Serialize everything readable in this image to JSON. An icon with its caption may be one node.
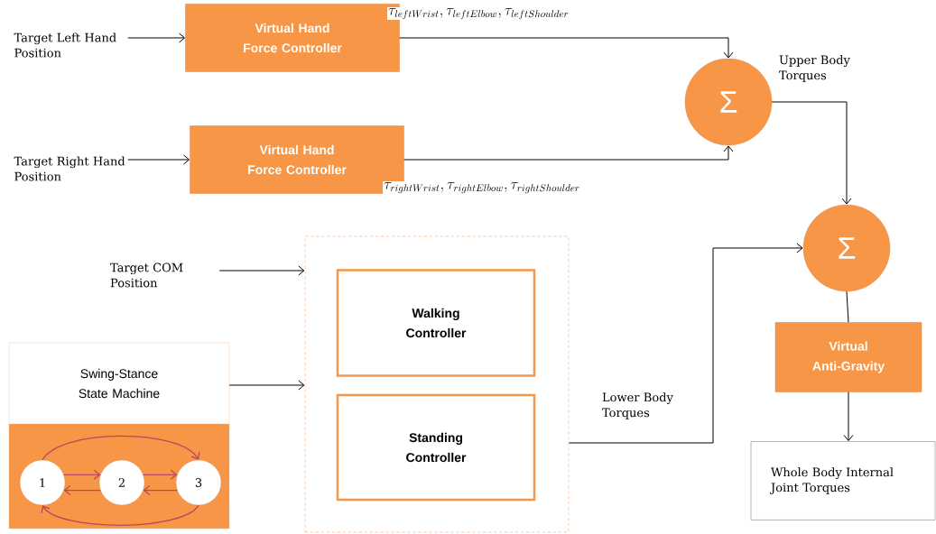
{
  "diagram": {
    "nodes": [
      {
        "text": [
          "Target Left Hand Position"
        ]
      },
      {
        "text": [
          "Virtual Hand Force Controller"
        ]
      },
      {
        "text": [
          "Target Right Hand Position"
        ]
      },
      {
        "text": [
          "Virtual Hand Force Controller"
        ]
      },
      {
        "text": [
          "Σ"
        ]
      },
      {
        "text": [
          "Σ"
        ]
      },
      {
        "text": [
          "Target COM Position"
        ]
      },
      {
        "text": [],
        "shape": "box"
      },
      {
        "text": [
          "Walking Controller"
        ],
        "in": 7
      },
      {
        "text": [
          "Standing Controller"
        ],
        "in": 7
      },
      {
        "text": [
          "Swing-Stance State Machine"
        ]
      },
      {
        "text": [
          "1"
        ],
        "in": 10
      },
      {
        "text": [
          "2"
        ],
        "in": 10
      },
      {
        "text": [
          "3"
        ],
        "in": 10
      },
      {
        "text": [
          "Virtual Anti-Gravity"
        ]
      },
      {
        "text": [
          "Whole Body Internal Joint Torques"
        ]
      }
    ],
    "edges": [
      {
        "from": 0,
        "to": 1,
        "arrow": "to"
      },
      {
        "from": 2,
        "to": 3,
        "arrow": "to"
      },
      {
        "from": 1,
        "to": 4,
        "arrow": "to",
        "label": "\\tau_{leftWrist}, \\tau_{leftElbow}, \\tau_{leftShoulder}"
      },
      {
        "from": 3,
        "to": 4,
        "arrow": "to",
        "label": "\\tau_{rightWrist}, \\tau_{rightElbow}, \\tau_{rightShoulder}"
      },
      {
        "from": 4,
        "to": 5,
        "arrow": "to",
        "label": "Upper Body Torques"
      },
      {
        "from": 6,
        "to": 7,
        "arrow": "to"
      },
      {
        "from": 10,
        "to": 7,
        "arrow": "to"
      },
      {
        "from": 7,
        "to": 5,
        "arrow": "to",
        "label": "Lower Body Torques"
      },
      {
        "from": 5,
        "to": 14,
        "arrow": "none"
      },
      {
        "from": 14,
        "to": 15,
        "arrow": "to"
      },
      {
        "from": 11,
        "to": 12,
        "arrow": "to",
        "color": "#b5485e"
      },
      {
        "from": 12,
        "to": 13,
        "arrow": "to",
        "color": "#b5485e"
      },
      {
        "from": 11,
        "to": 13,
        "arrow": "to",
        "color": "#b5485e"
      },
      {
        "from": 13,
        "to": 12,
        "arrow": "to",
        "color": "#b5485e"
      },
      {
        "from": 12,
        "to": 11,
        "arrow": "to",
        "color": "#b5485e"
      },
      {
        "from": 13,
        "to": 11,
        "arrow": "to",
        "color": "#b5485e"
      }
    ]
  }
}
